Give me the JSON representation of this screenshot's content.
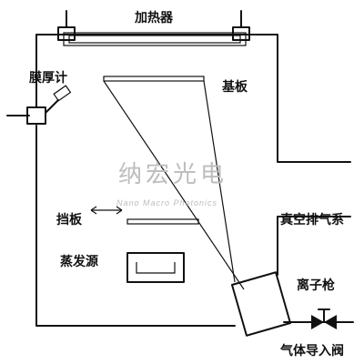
{
  "labels": {
    "heater": "加热器",
    "thickness_meter": "膜厚计",
    "substrate": "基板",
    "baffle": "挡板",
    "evaporation_source": "蒸发源",
    "vacuum_exhaust": "真空排气系",
    "ion_gun": "离子枪",
    "gas_inlet_valve": "气体导入阀"
  },
  "watermark": {
    "chinese": "纳宏光电",
    "english": "Nano Macro Photonics"
  }
}
